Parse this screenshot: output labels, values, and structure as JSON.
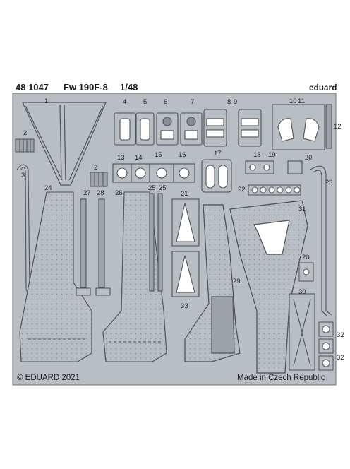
{
  "header": {
    "set_number": "48 1047",
    "product": "Fw 190F-8",
    "scale": "1/48",
    "brand": "eduard"
  },
  "footer": {
    "copyright": "© EDUARD 2021",
    "origin": "Made in Czech Republic"
  },
  "part_numbers": [
    "1",
    "2",
    "2",
    "3",
    "4",
    "5",
    "6",
    "7",
    "8",
    "9",
    "10",
    "11",
    "12",
    "13",
    "14",
    "15",
    "16",
    "17",
    "18",
    "19",
    "20",
    "20",
    "21",
    "22",
    "23",
    "24",
    "25",
    "25",
    "26",
    "27",
    "28",
    "29",
    "30",
    "31",
    "32",
    "32",
    "33"
  ],
  "colors": {
    "fret": "#b9bec4",
    "outline": "#4f5358",
    "background": "#ffffff"
  }
}
